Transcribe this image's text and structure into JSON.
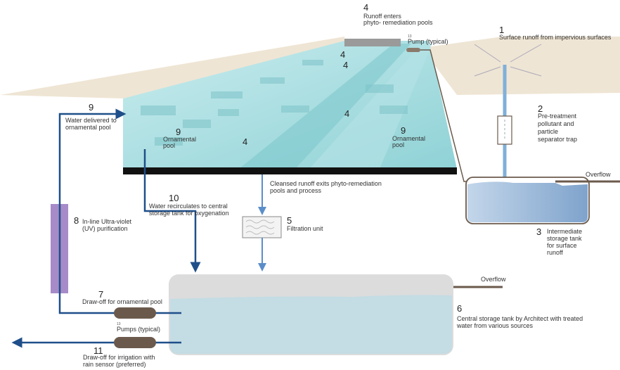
{
  "colors": {
    "ground": "#efe5d4",
    "water": "#9fd8dc",
    "pipe": "#1f4f8a",
    "lightpipe": "#5a8ec9",
    "tank_line": "#6b5a4c",
    "uv": "#a78bc9",
    "pump": "#6b5a4c"
  },
  "labels": {
    "l1": {
      "num": "1",
      "text": [
        "Surface runoff from impervious surfaces"
      ]
    },
    "l2": {
      "num": "2",
      "text": [
        "Pre-treatment",
        "pollutant and",
        "particle",
        "separator trap"
      ]
    },
    "l3": {
      "num": "3",
      "text": [
        "Intermediate",
        "storage tank",
        "for surface",
        "runoff"
      ]
    },
    "l4": {
      "num": "4",
      "text": [
        "Runoff enters",
        "phyto- remediation pools"
      ]
    },
    "l5": {
      "num": "5",
      "text": [
        "Filtration unit"
      ]
    },
    "l6": {
      "num": "6",
      "text": [
        "Central storage tank by Architect with treated",
        "water from various sources"
      ]
    },
    "l7": {
      "num": "7",
      "text": [
        "Draw-off for ornamental pool"
      ]
    },
    "l8": {
      "num": "8",
      "text": [
        "In-line Ultra-violet",
        "(UV) purification"
      ]
    },
    "l9": {
      "num": "9",
      "text": [
        "Water delivered to",
        "ornamental pool"
      ]
    },
    "l10": {
      "num": "10",
      "text": [
        "Water recirculates to central",
        "storage tank for oxygenation"
      ]
    },
    "l11": {
      "num": "11",
      "text": [
        "Draw-off for irrigation with",
        "rain sensor (preferred)"
      ]
    },
    "pump_top": {
      "num": "13",
      "text": "Pump (typical)"
    },
    "pumps_bottom": {
      "num": "13",
      "text": "Pumps (typical)"
    },
    "cleansed": [
      "Cleansed runoff exits phyto-remediation",
      "pools and process"
    ],
    "overflow_1": "Overflow",
    "overflow_2": "Overflow",
    "pool_left": {
      "num": "9",
      "text": [
        "Ornamental",
        "pool"
      ]
    },
    "pool_right": {
      "num": "9",
      "text": [
        "Ornamental",
        "pool"
      ]
    },
    "pool_marks": [
      "4",
      "4",
      "4",
      "4"
    ]
  }
}
